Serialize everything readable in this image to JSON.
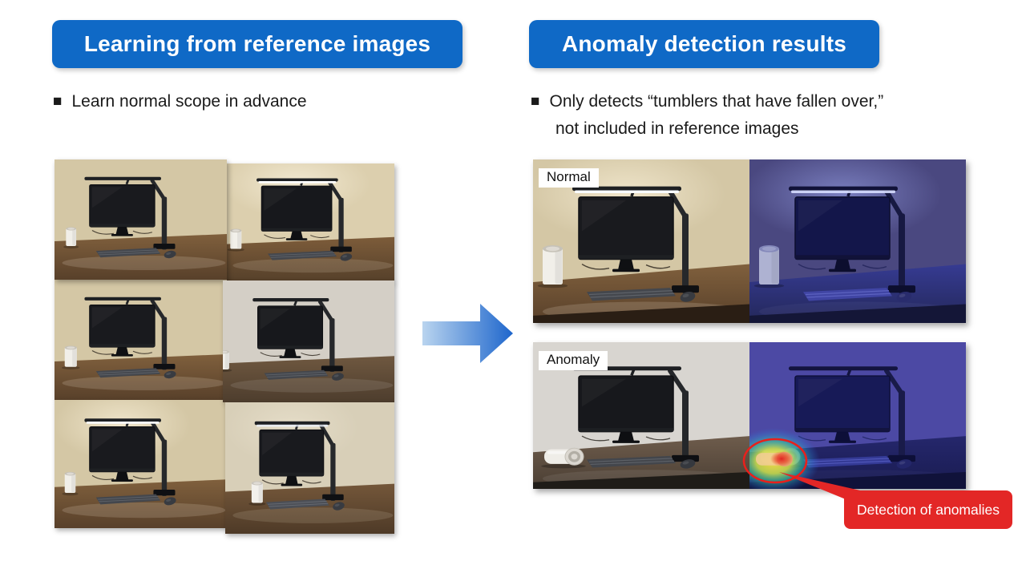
{
  "colors": {
    "header_bg": "#0f69c6",
    "header_text": "#ffffff",
    "callout_bg": "#e32726",
    "callout_text": "#ffffff",
    "anomaly_circle": "#e8201c",
    "arrow_from": "#b9d4ef",
    "arrow_to": "#1e66cc",
    "label_bg": "#ffffff",
    "label_text": "#111111"
  },
  "left_panel": {
    "title": "Learning from reference images",
    "bullet_marker": "■",
    "bullet_text": "Learn normal scope in advance",
    "reference_image_count": 6
  },
  "arrow": {
    "direction": "right"
  },
  "right_panel": {
    "title": "Anomaly detection results",
    "bullet_marker": "■",
    "bullet_line1": "Only detects “tumblers that have fallen over,”",
    "bullet_line2": "not included in reference images",
    "row_labels": [
      "Normal",
      "Anomaly"
    ],
    "callout_label": "Detection of anomalies"
  }
}
